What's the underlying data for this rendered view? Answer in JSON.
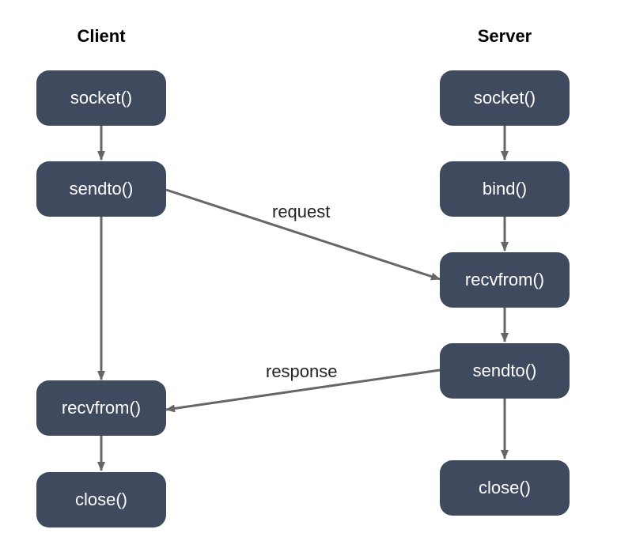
{
  "client": {
    "title": "Client",
    "steps": [
      "socket()",
      "sendto()",
      "recvfrom()",
      "close()"
    ]
  },
  "server": {
    "title": "Server",
    "steps": [
      "socket()",
      "bind()",
      "recvfrom()",
      "sendto()",
      "close()"
    ]
  },
  "messages": {
    "request": "request",
    "response": "response"
  },
  "colors": {
    "node_fill": "#3f4a5f",
    "node_text": "#ffffff",
    "arrow": "#666666"
  }
}
